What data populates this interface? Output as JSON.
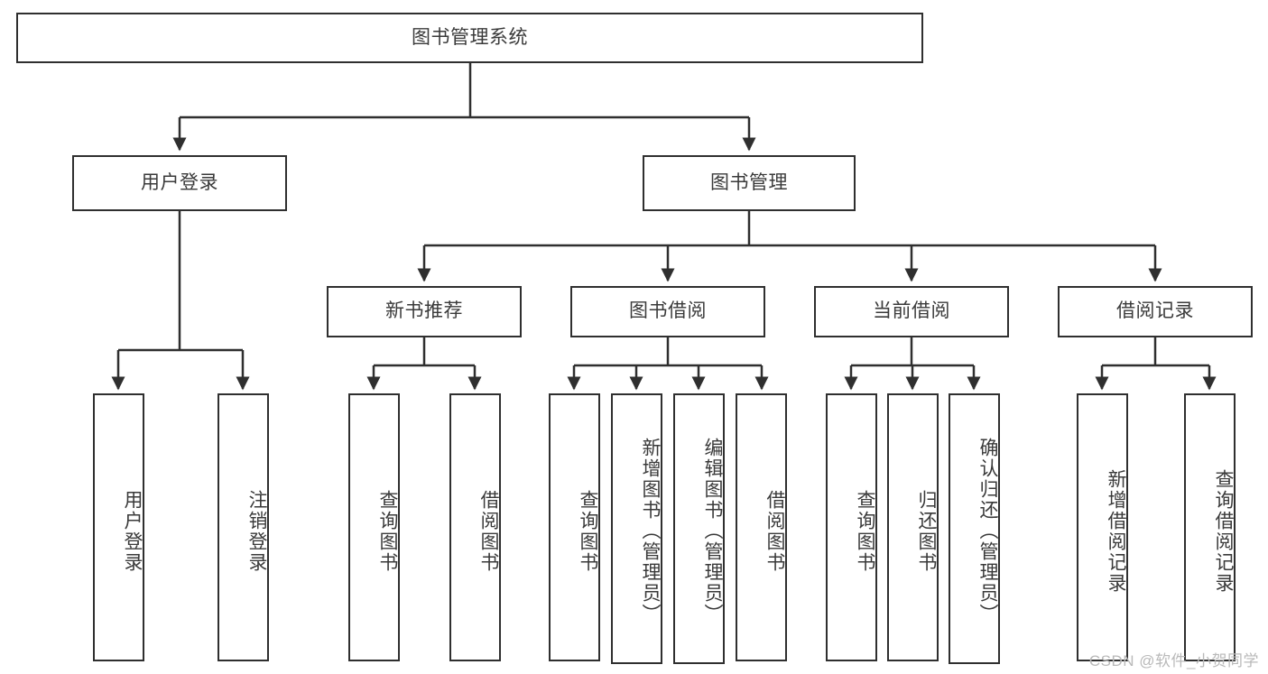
{
  "diagram": {
    "title": "图书管理系统",
    "watermark": "CSDN @软件_小贺同学",
    "colors": {
      "stroke": "#2f2f2f",
      "text": "#3a3a3a",
      "background": "#ffffff",
      "watermark": "#b9b9b9"
    },
    "root": {
      "label": "图书管理系统"
    },
    "level2": [
      {
        "label": "用户登录"
      },
      {
        "label": "图书管理"
      }
    ],
    "level3": [
      {
        "label": "新书推荐"
      },
      {
        "label": "图书借阅"
      },
      {
        "label": "当前借阅"
      },
      {
        "label": "借阅记录"
      }
    ],
    "leaves": {
      "user_login": [
        {
          "label": "用户登录"
        },
        {
          "label": "注销登录"
        }
      ],
      "new_book_recommend": [
        {
          "label": "查询图书"
        },
        {
          "label": "借阅图书"
        }
      ],
      "book_borrow": [
        {
          "label": "查询图书"
        },
        {
          "label": "新增图书（管理员）"
        },
        {
          "label": "编辑图书（管理员）"
        },
        {
          "label": "借阅图书"
        }
      ],
      "current_borrow": [
        {
          "label": "查询图书"
        },
        {
          "label": "归还图书"
        },
        {
          "label": "确认归还（管理员）"
        }
      ],
      "borrow_record": [
        {
          "label": "新增借阅记录"
        },
        {
          "label": "查询借阅记录"
        }
      ]
    }
  }
}
